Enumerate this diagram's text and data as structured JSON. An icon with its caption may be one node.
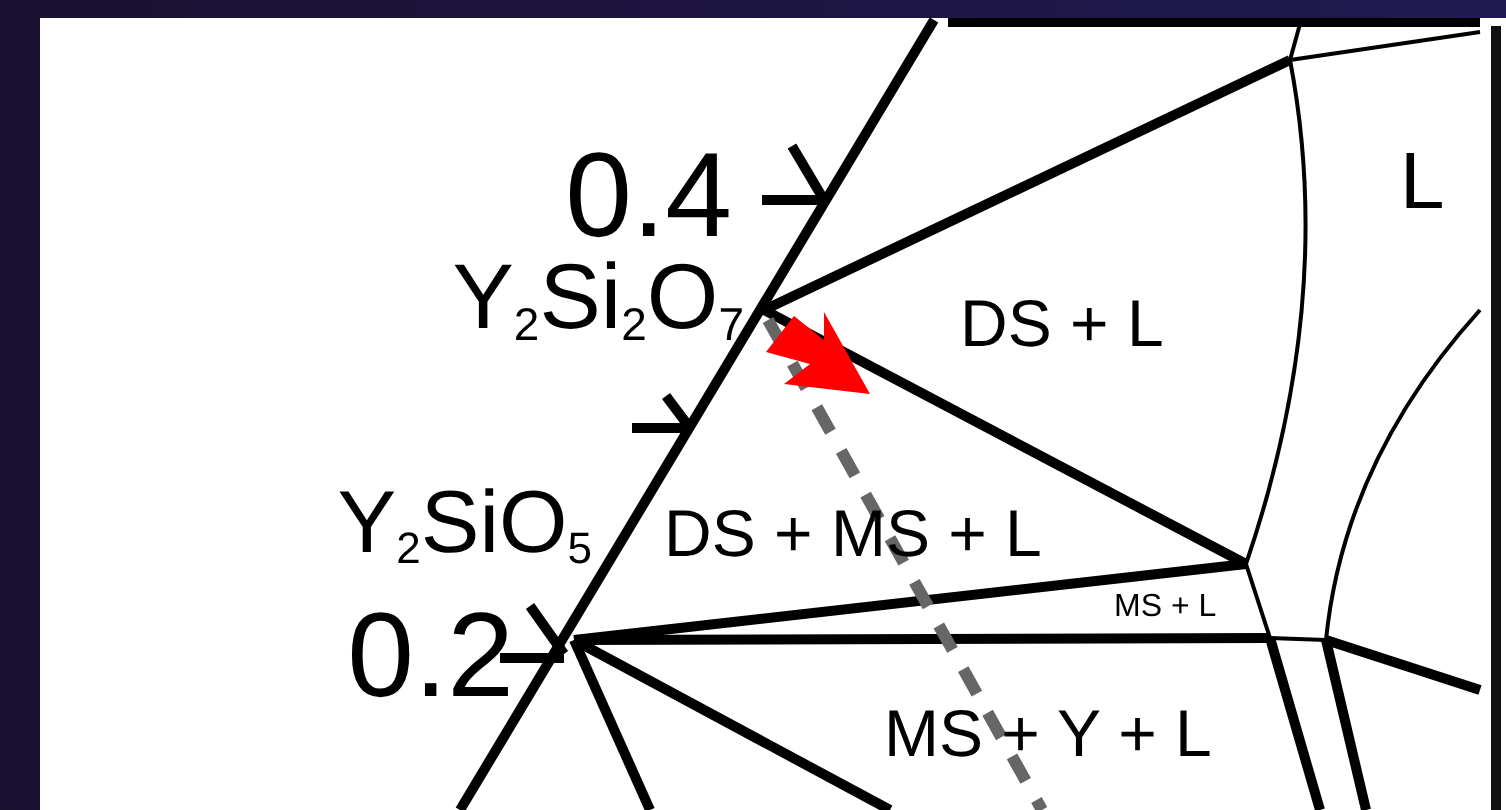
{
  "diagram": {
    "labels": [
      "0.4",
      "Y$_{2}$Si$_{2}$O$_{7}$",
      "L",
      "DS + L",
      "Y$_{2}$SiO$_{5}$",
      "DS + MS + L",
      "0.2",
      "MS + L",
      "MS + Y + L"
    ]
  }
}
